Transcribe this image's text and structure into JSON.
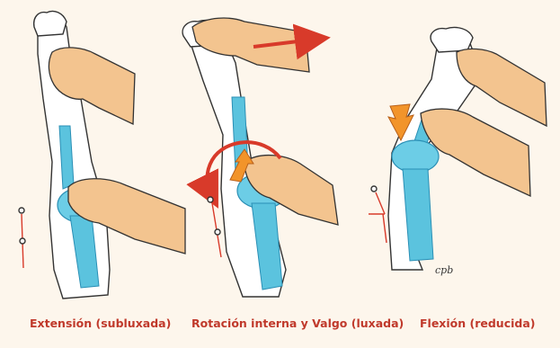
{
  "panels": [
    {
      "caption": "Extensión (subluxada)"
    },
    {
      "caption": "Rotación interna y Valgo (luxada)"
    },
    {
      "caption": "Flexión (reducida)"
    }
  ],
  "signature": "cpb",
  "colors": {
    "background": "#fdf6ec",
    "skin": "#f3c48f",
    "skin_shadow": "#d8945a",
    "bone": "#5bc3de",
    "bone_dark": "#2a8fb5",
    "arrow_red": "#d83a2a",
    "arrow_orange": "#f2942a",
    "caption": "#c0392b"
  }
}
